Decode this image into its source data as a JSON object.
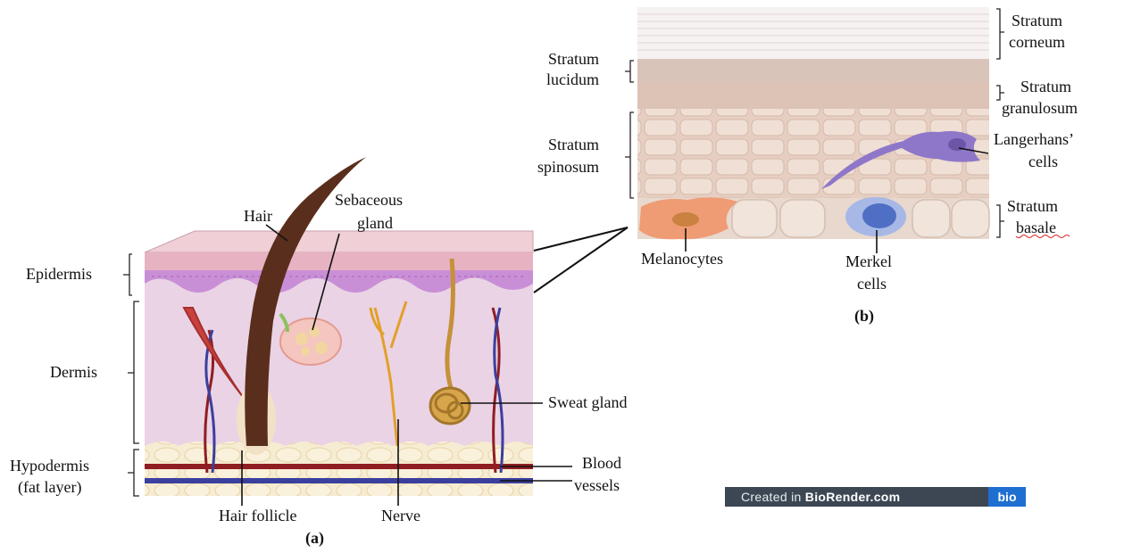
{
  "panel_a": {
    "caption": "(a)",
    "labels": {
      "hair": "Hair",
      "sebaceous_line1": "Sebaceous",
      "sebaceous_line2": "gland",
      "epidermis": "Epidermis",
      "dermis": "Dermis",
      "hypodermis_line1": "Hypodermis",
      "hypodermis_line2": "(fat layer)",
      "sweat_gland": "Sweat gland",
      "blood_line1": "Blood",
      "blood_line2": "vessels",
      "hair_follicle": "Hair follicle",
      "nerve": "Nerve"
    }
  },
  "panel_b": {
    "caption": "(b)",
    "labels": {
      "corneum_line1": "Stratum",
      "corneum_line2": "corneum",
      "lucidum_line1": "Stratum",
      "lucidum_line2": "lucidum",
      "granulosum_line1": "Stratum",
      "granulosum_line2": "granulosum",
      "spinosum_line1": "Stratum",
      "spinosum_line2": "spinosum",
      "langerhans_line1": "Langerhans’",
      "langerhans_line2": "cells",
      "basale_line1": "Stratum",
      "basale_line2": "basale",
      "melanocytes": "Melanocytes",
      "merkel_line1": "Merkel",
      "merkel_line2": "cells"
    }
  },
  "credit": {
    "prefix": "Created in ",
    "brand": "BioRender.com",
    "logo": "bio"
  },
  "colors": {
    "epidermis": "#e9b7c4",
    "dermis": "#ecd6e6",
    "fat": "#f4e6c4",
    "hair": "#5a2e1c",
    "basal_cell": "#eedfd4",
    "melanocyte": "#ef9b74",
    "merkel": "#6f8fd6",
    "langerhans": "#8e77c9"
  }
}
